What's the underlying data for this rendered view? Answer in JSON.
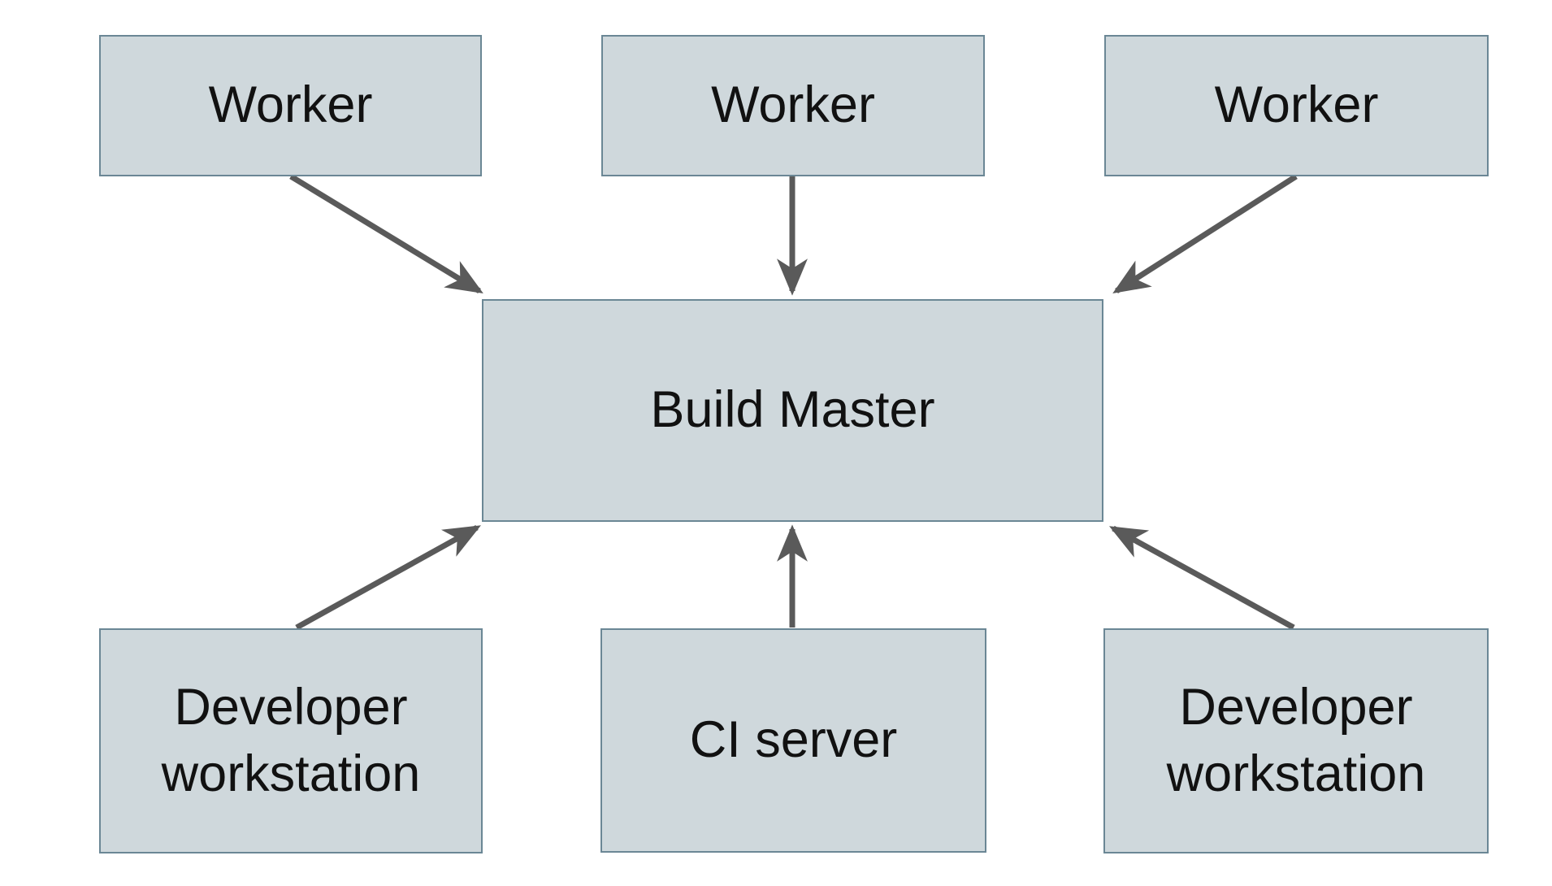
{
  "diagram": {
    "kind": "build-system-architecture",
    "nodes": [
      {
        "id": "worker-1",
        "label": "Worker"
      },
      {
        "id": "worker-2",
        "label": "Worker"
      },
      {
        "id": "worker-3",
        "label": "Worker"
      },
      {
        "id": "build-master",
        "label": "Build Master"
      },
      {
        "id": "developer-workstation-left",
        "label": "Developer workstation"
      },
      {
        "id": "ci-server",
        "label": "CI server"
      },
      {
        "id": "developer-workstation-right",
        "label": "Developer workstation"
      }
    ],
    "edges": [
      {
        "from": "worker-1",
        "to": "build-master"
      },
      {
        "from": "worker-2",
        "to": "build-master"
      },
      {
        "from": "worker-3",
        "to": "build-master"
      },
      {
        "from": "developer-workstation-left",
        "to": "build-master"
      },
      {
        "from": "ci-server",
        "to": "build-master"
      },
      {
        "from": "developer-workstation-right",
        "to": "build-master"
      }
    ],
    "colors": {
      "background": "#ffffff",
      "node_fill": "#cfd8dc",
      "node_border": "#6b8795",
      "arrow": "#5a5a5a",
      "label_text": "#111111"
    }
  }
}
